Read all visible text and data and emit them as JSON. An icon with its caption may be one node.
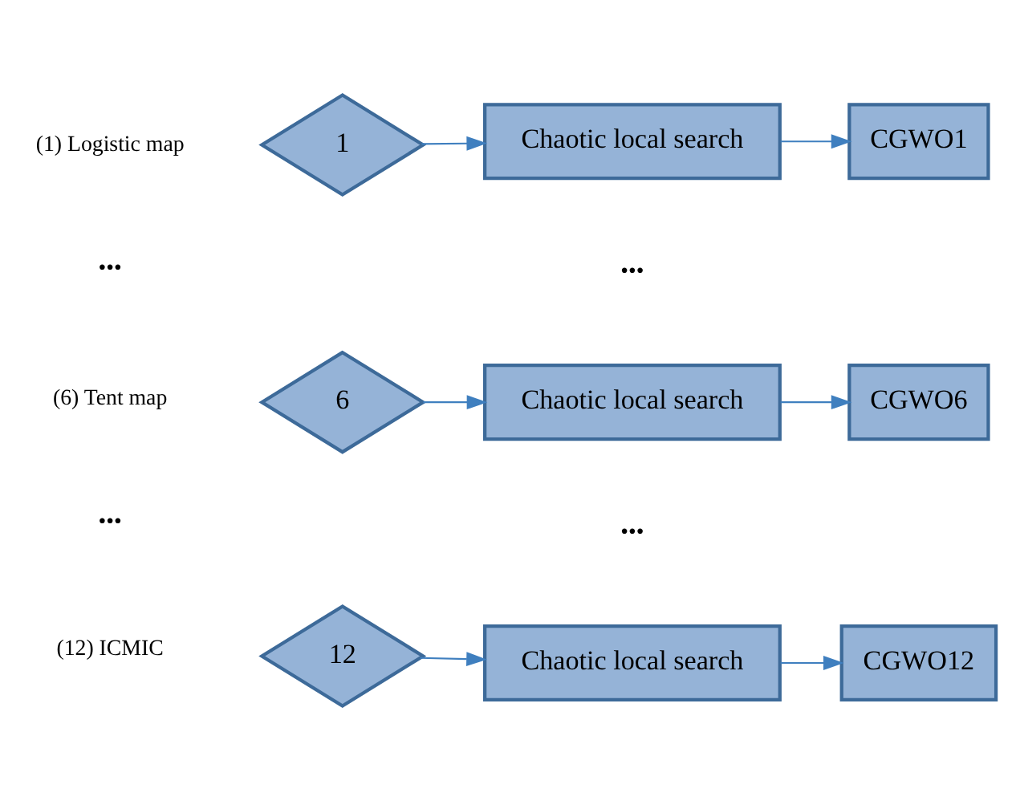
{
  "diagram": {
    "nodes": [
      {
        "text": [
          "1"
        ]
      },
      {
        "text": [
          "Chaotic local search"
        ]
      },
      {
        "text": [
          "CGWO1"
        ]
      },
      {
        "text": [
          "6"
        ]
      },
      {
        "text": [
          "Chaotic local search"
        ]
      },
      {
        "text": [
          "CGWO6"
        ]
      },
      {
        "text": [
          "12"
        ]
      },
      {
        "text": [
          "Chaotic local search"
        ]
      },
      {
        "text": [
          "CGWO12"
        ]
      }
    ],
    "edges": [
      {
        "from": 0,
        "to": 1,
        "arrow": "to"
      },
      {
        "from": 1,
        "to": 2,
        "arrow": "to"
      },
      {
        "from": 3,
        "to": 4,
        "arrow": "to"
      },
      {
        "from": 4,
        "to": 5,
        "arrow": "to"
      },
      {
        "from": 6,
        "to": 7,
        "arrow": "to"
      },
      {
        "from": 7,
        "to": 8,
        "arrow": "to"
      }
    ],
    "labels": [
      "(1) Logistic map",
      "•••",
      "•••",
      "(6) Tent map",
      "•••",
      "•••",
      "(12) ICMIC"
    ]
  }
}
